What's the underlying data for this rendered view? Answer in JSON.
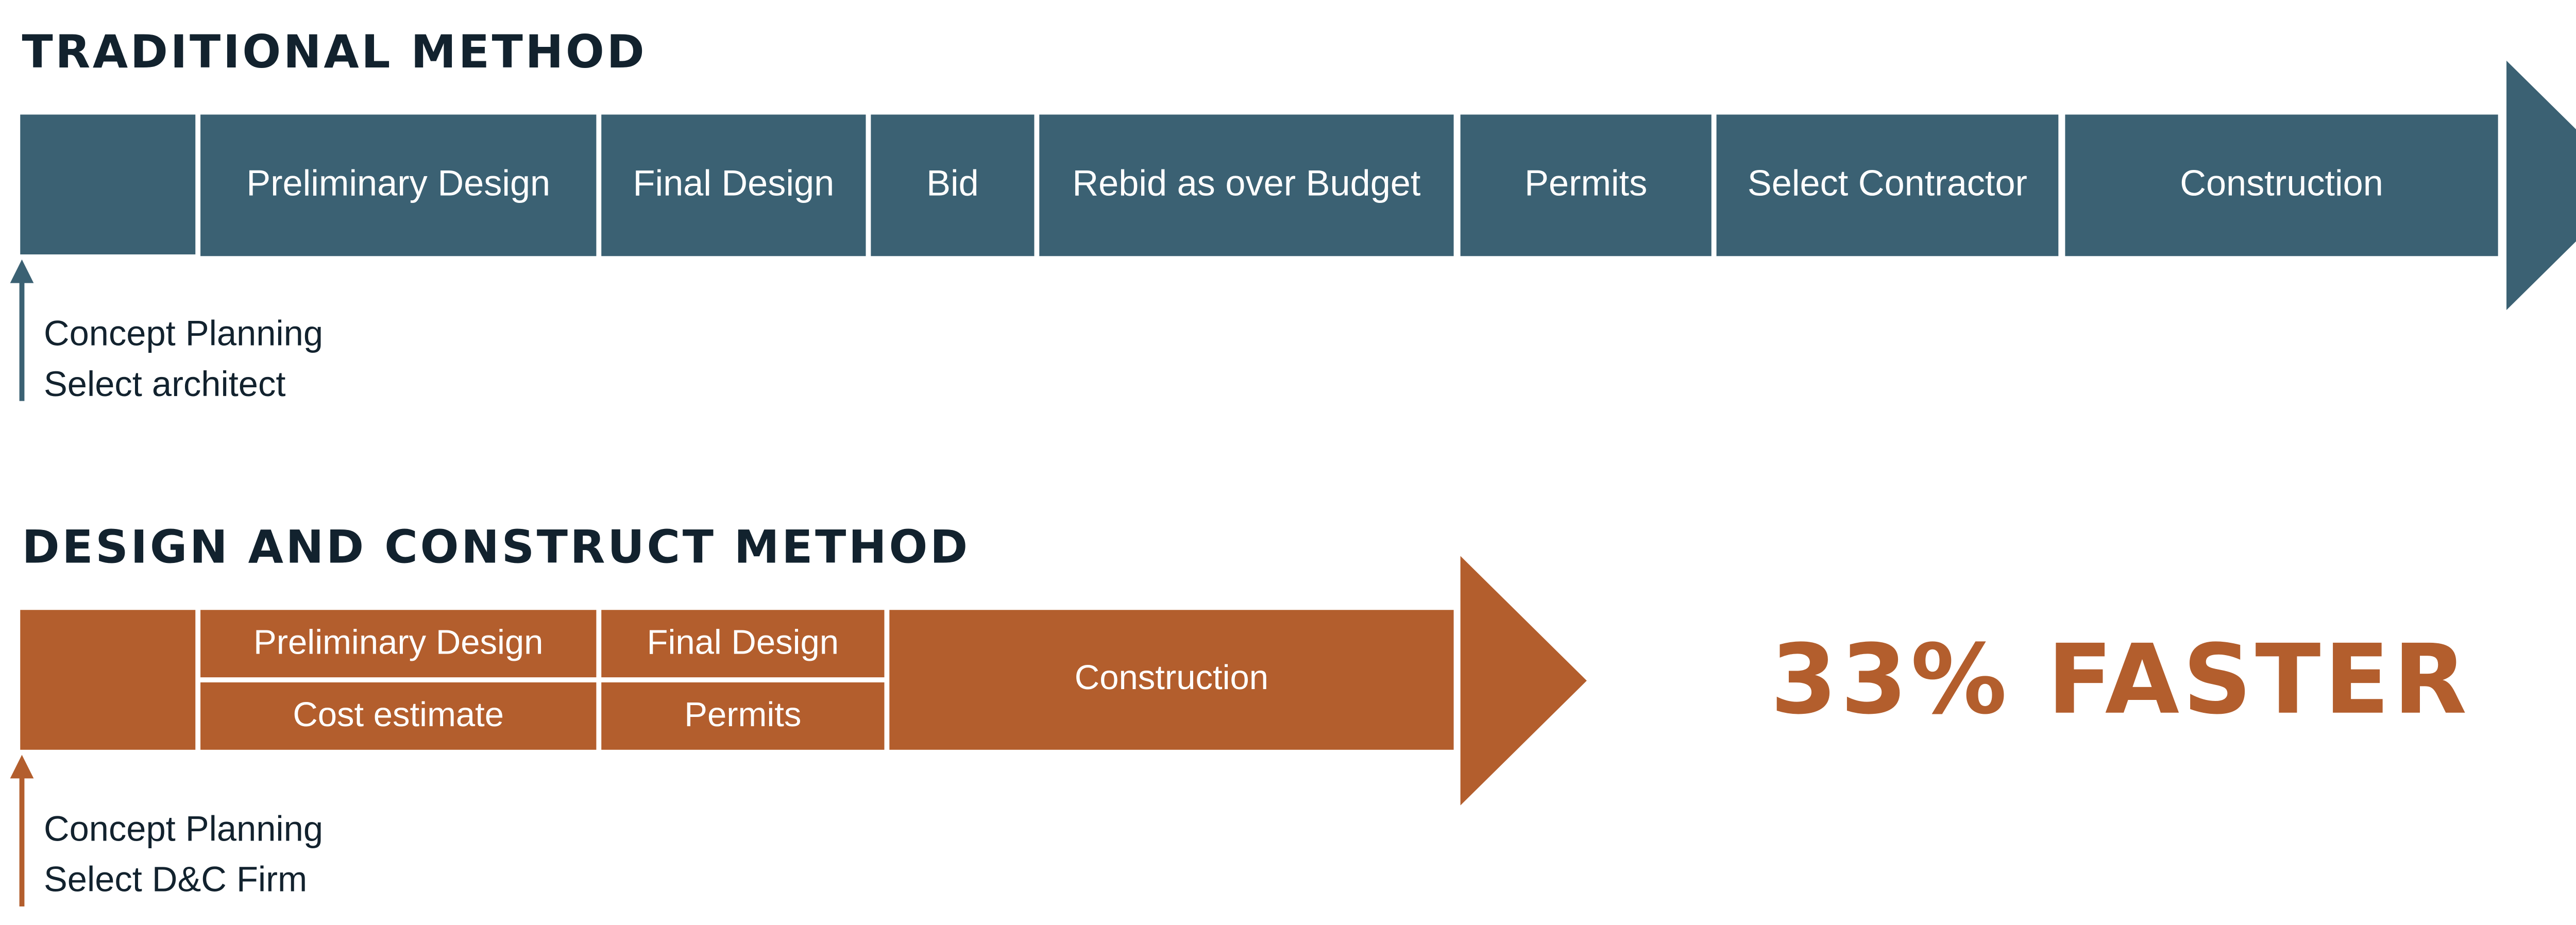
{
  "colors": {
    "traditional": "#3b6173",
    "design_construct": "#b35e2d",
    "heading_text": "#12222e"
  },
  "traditional": {
    "title": "TRADITIONAL METHOD",
    "phases": [
      "",
      "Preliminary Design",
      "Final Design",
      "Bid",
      "Rebid as over Budget",
      "Permits",
      "Select Contractor",
      "Construction"
    ],
    "note_lines": [
      "Concept Planning",
      "Select architect"
    ]
  },
  "design_construct": {
    "title": "DESIGN AND CONSTRUCT METHOD",
    "phases": {
      "blank": "",
      "preliminary_design": "Preliminary Design",
      "cost_estimate": "Cost estimate",
      "final_design": "Final Design",
      "permits": "Permits",
      "construction": "Construction"
    },
    "note_lines": [
      "Concept Planning",
      "Select D&C Firm"
    ]
  },
  "result": {
    "label": "33% FASTER"
  }
}
